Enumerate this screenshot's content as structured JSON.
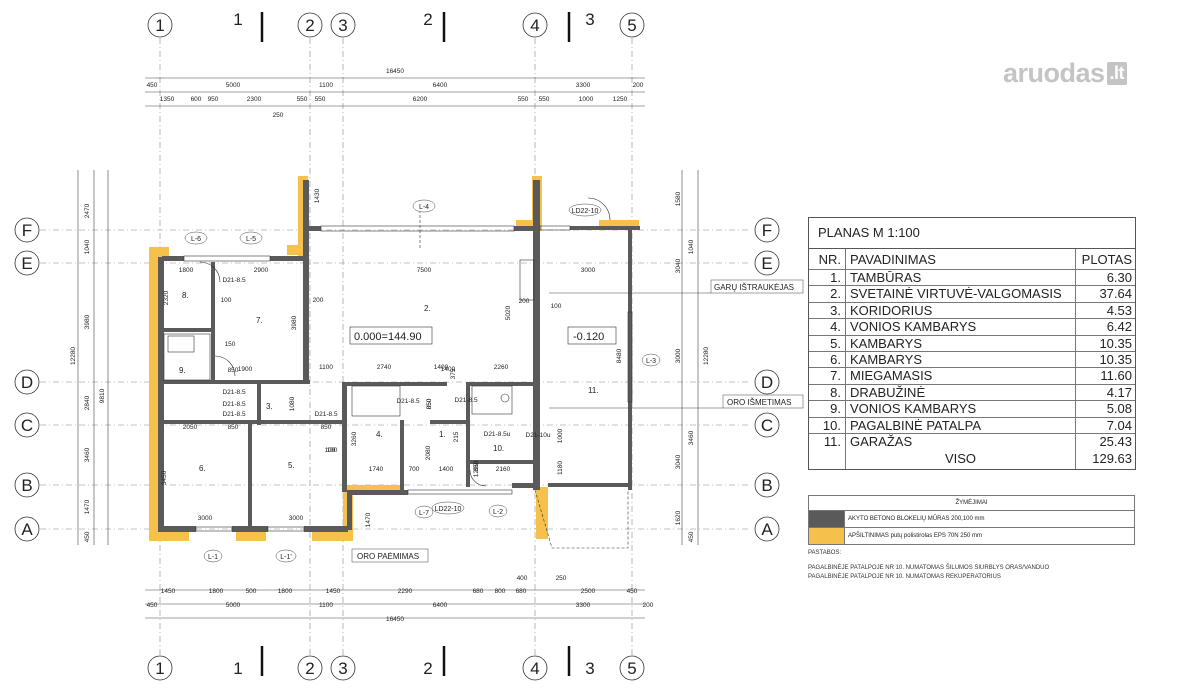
{
  "logo": {
    "name": "aruodas",
    "suffix": ".lt"
  },
  "axes": {
    "numbers": [
      "1",
      "1",
      "2",
      "3",
      "2",
      "4",
      "3",
      "5"
    ],
    "letters": [
      "F",
      "E",
      "D",
      "C",
      "B",
      "A"
    ]
  },
  "dimensions": {
    "top_total": "16450",
    "top_row1": [
      "450",
      "5000",
      "1100",
      "6400",
      "3300",
      "200"
    ],
    "top_row2": [
      "1350",
      "600",
      "950",
      "2300",
      "550",
      "550",
      "6200",
      "550",
      "550",
      "1000",
      "1250"
    ],
    "bottom_row1": [
      "1450",
      "1800",
      "500",
      "1800",
      "1450",
      "2290",
      "680",
      "800",
      "680",
      "2500",
      "450"
    ],
    "bottom_row2": [
      "450",
      "5000",
      "1100",
      "6400",
      "3300",
      "200"
    ],
    "bottom_total": "16450",
    "left_col": [
      "2470",
      "1040",
      "3980",
      "2840",
      "3460",
      "1470",
      "450"
    ],
    "left_col2": [
      "12280",
      "9810"
    ],
    "right_col": [
      "1580",
      "1040",
      "3040",
      "3000",
      "3460",
      "3040",
      "1620",
      "450"
    ],
    "right_total": "12280",
    "interior": [
      "250",
      "1430",
      "1800",
      "2900",
      "7500",
      "3000",
      "2320",
      "100",
      "3980",
      "200",
      "5020",
      "200",
      "100",
      "150",
      "8480",
      "1900",
      "1100",
      "2740",
      "1400",
      "2260",
      "850",
      "850",
      "850",
      "1000",
      "3260",
      "1080",
      "2050",
      "850",
      "100",
      "3450",
      "1740",
      "700",
      "2080",
      "1400",
      "850",
      "215",
      "2160",
      "1290",
      "1180",
      "3000",
      "3000",
      "1470",
      "400",
      "250",
      "100",
      "1400",
      "375",
      "850"
    ]
  },
  "plan_labels": {
    "level_main": "0.000=144.90",
    "level_garage": "-0.120",
    "windows": [
      "L-6",
      "L-5",
      "L-4",
      "LD22-10",
      "L-3",
      "L-7",
      "LD22-10",
      "L-2",
      "L-1",
      "L-1'"
    ],
    "doors": [
      "D21-8.5",
      "D21-8.5",
      "D21-8.5",
      "D21-8.5",
      "D21-8.5",
      "D21-8.5",
      "D21-8.5",
      "D21-8.5u",
      "D21-10u"
    ],
    "rooms": [
      "1.",
      "2.",
      "3.",
      "4.",
      "5.",
      "6.",
      "7.",
      "8.",
      "9.",
      "10.",
      "11."
    ],
    "vent_exhaust": "GARŲ IŠTRAUKĖJAS",
    "air_out": "ORO IŠMETIMAS",
    "air_in": "ORO PAĖMIMAS"
  },
  "legend": {
    "title": "PLANAS  M 1:100",
    "col_nr": "NR.",
    "col_name": "PAVADINIMAS",
    "col_area": "PLOTAS",
    "rows": [
      {
        "nr": "1.",
        "name": "TAMBŪRAS",
        "area": "6.30"
      },
      {
        "nr": "2.",
        "name": "SVETAINĖ VIRTUVĖ-VALGOMASIS",
        "area": "37.64"
      },
      {
        "nr": "3.",
        "name": "KORIDORIUS",
        "area": "4.53"
      },
      {
        "nr": "4.",
        "name": "VONIOS KAMBARYS",
        "area": "6.42"
      },
      {
        "nr": "5.",
        "name": "KAMBARYS",
        "area": "10.35"
      },
      {
        "nr": "6.",
        "name": "KAMBARYS",
        "area": "10.35"
      },
      {
        "nr": "7.",
        "name": "MIEGAMASIS",
        "area": "11.60"
      },
      {
        "nr": "8.",
        "name": "DRABUŽINĖ",
        "area": "4.17"
      },
      {
        "nr": "9.",
        "name": "VONIOS KAMBARYS",
        "area": "5.08"
      },
      {
        "nr": "10.",
        "name": "PAGALBINĖ PATALPA",
        "area": "7.04"
      },
      {
        "nr": "11.",
        "name": "GARAŽAS",
        "area": "25.43"
      }
    ],
    "total_label": "VISO",
    "total_area": "129.63"
  },
  "symbols": {
    "title": "ŽYMĖJIMAI",
    "items": [
      {
        "color": "#5a5a5a",
        "text": "AKYTO BETONO BLOKELIŲ MŪRAS 200,100 mm"
      },
      {
        "color": "#f5c14b",
        "text": "APŠILTINIMAS putų polistirolas EPS 70N 250 mm"
      }
    ]
  },
  "notes": {
    "title": "PASTABOS:",
    "lines": [
      "PAGALBINĖJE PATALPOJE NR 10. NUMATOMAS ŠILUMOS SIURBLYS ORAS/VANDUO",
      "PAGALBINĖJE PATALPOJE NR 10. NUMATOMAS REKUPERATORIUS"
    ]
  },
  "colors": {
    "wall": "#5a5a5a",
    "insulation": "#f5c14b",
    "line": "#333333"
  }
}
